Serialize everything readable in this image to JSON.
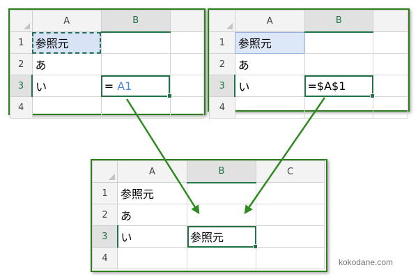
{
  "columns": [
    "A",
    "B",
    "C"
  ],
  "rows": [
    "1",
    "2",
    "3",
    "4"
  ],
  "cells": {
    "a1": "参照元",
    "a2": "あ",
    "a3": "い",
    "result": "参照元"
  },
  "formula_relative": {
    "eq": "=",
    "ref": "A1"
  },
  "formula_absolute": "=$A$1",
  "watermark": "kokodane.com",
  "colors": {
    "panel_border": "#2e7d1f",
    "arrow": "#2e8b20",
    "excel_green": "#217346",
    "reference_blue": "#4a86e8"
  }
}
